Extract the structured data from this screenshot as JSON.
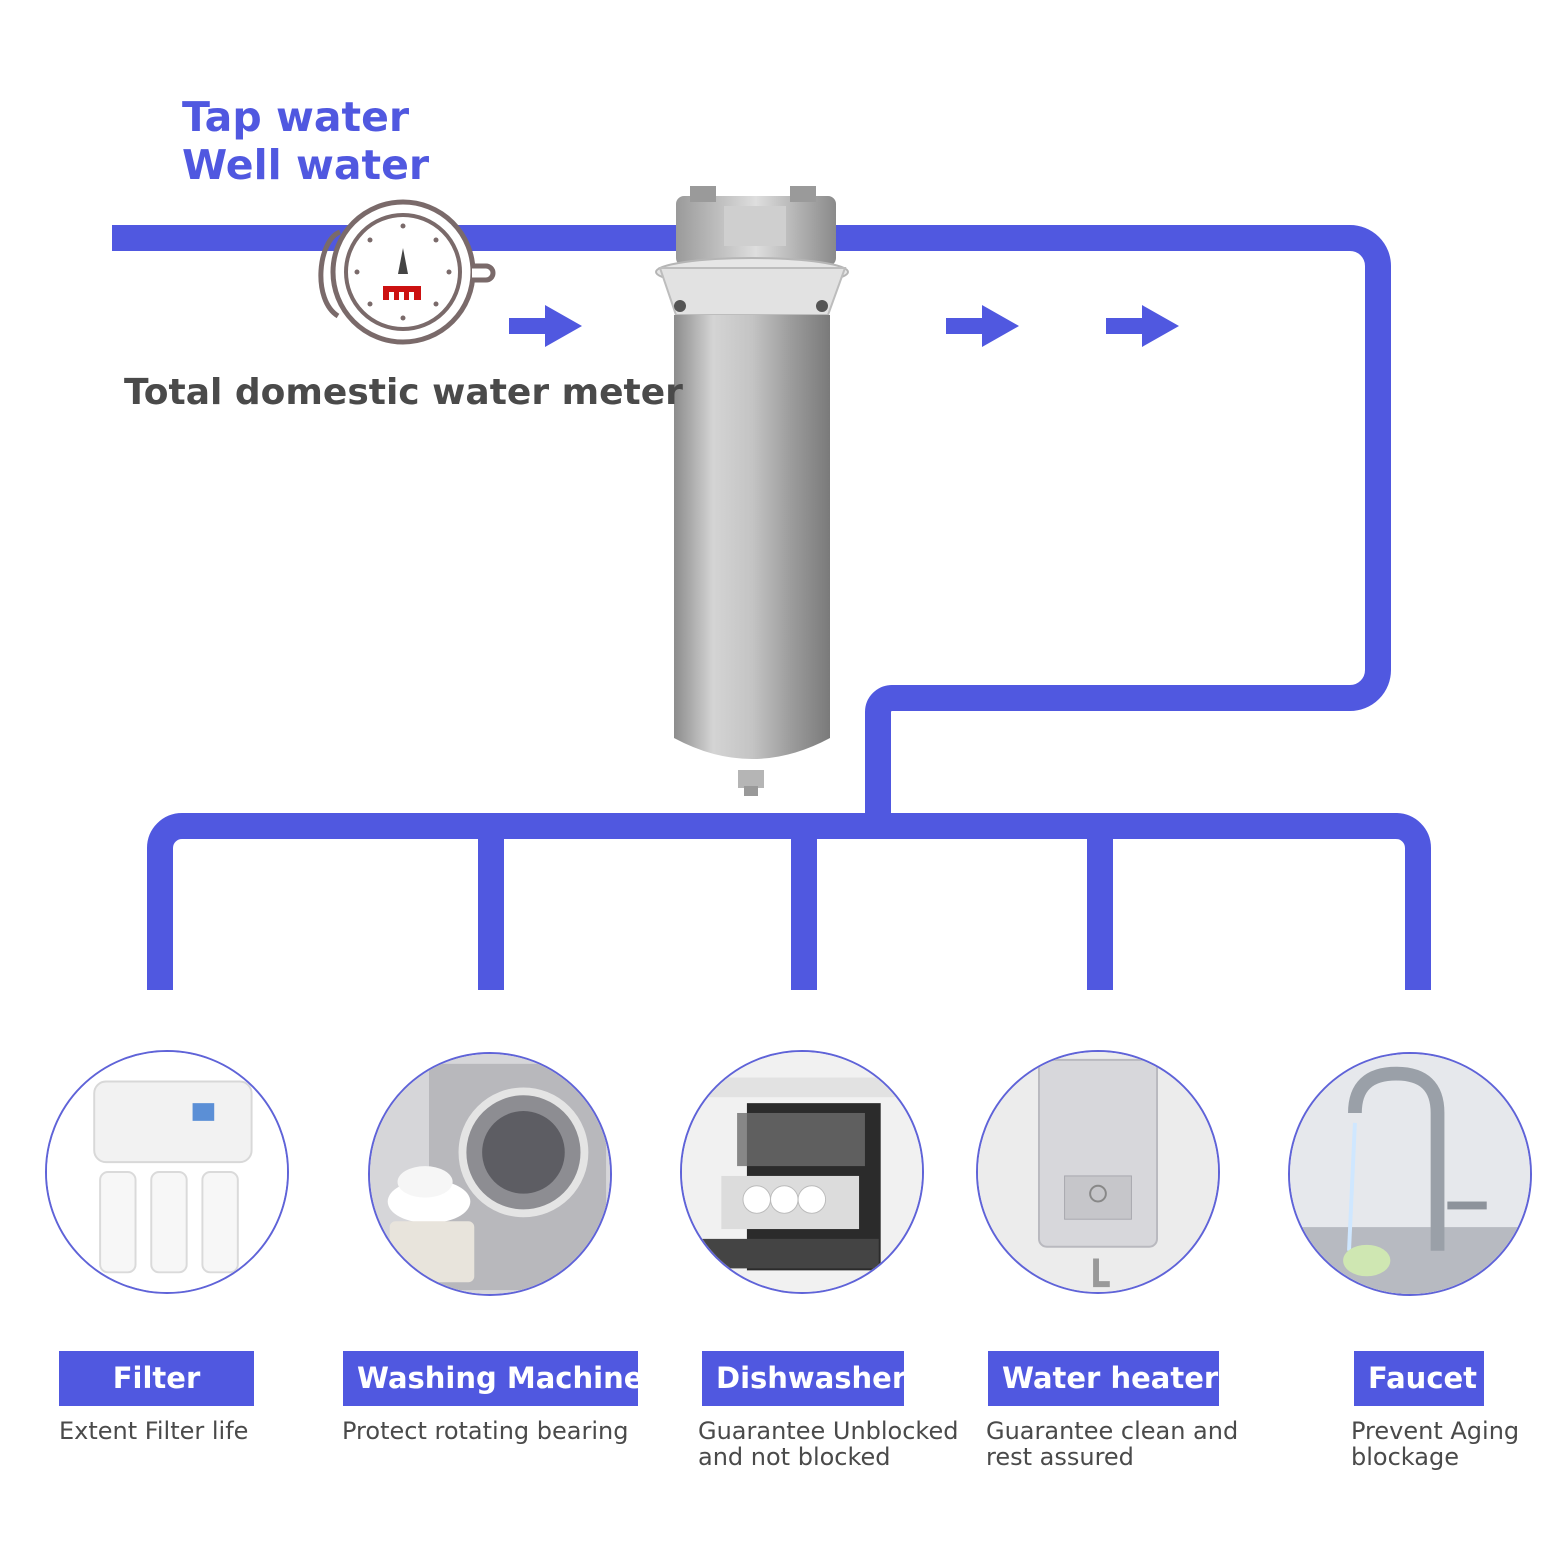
{
  "header": {
    "source_line1": "Tap water",
    "source_line2": "Well water",
    "meter_label": "Total domestic water meter"
  },
  "colors": {
    "pipe": "#5058e0",
    "accent": "#5058e0",
    "text": "#4a4a4a",
    "meter_outline": "#7a6a6a",
    "meter_red": "#cc1111"
  },
  "appliances": [
    {
      "label": "Filter",
      "description": "Extent Filter life",
      "icon": "ro-filter-icon"
    },
    {
      "label": "Washing Machine",
      "description": "Protect rotating bearing",
      "icon": "washing-machine-icon"
    },
    {
      "label": "Dishwasher",
      "description": "Guarantee Unblocked and not blocked",
      "icon": "dishwasher-icon"
    },
    {
      "label": "Water heater",
      "description": "Guarantee clean and rest assured",
      "icon": "water-heater-icon"
    },
    {
      "label": "Faucet",
      "description": "Prevent Aging blockage",
      "icon": "faucet-icon"
    }
  ]
}
